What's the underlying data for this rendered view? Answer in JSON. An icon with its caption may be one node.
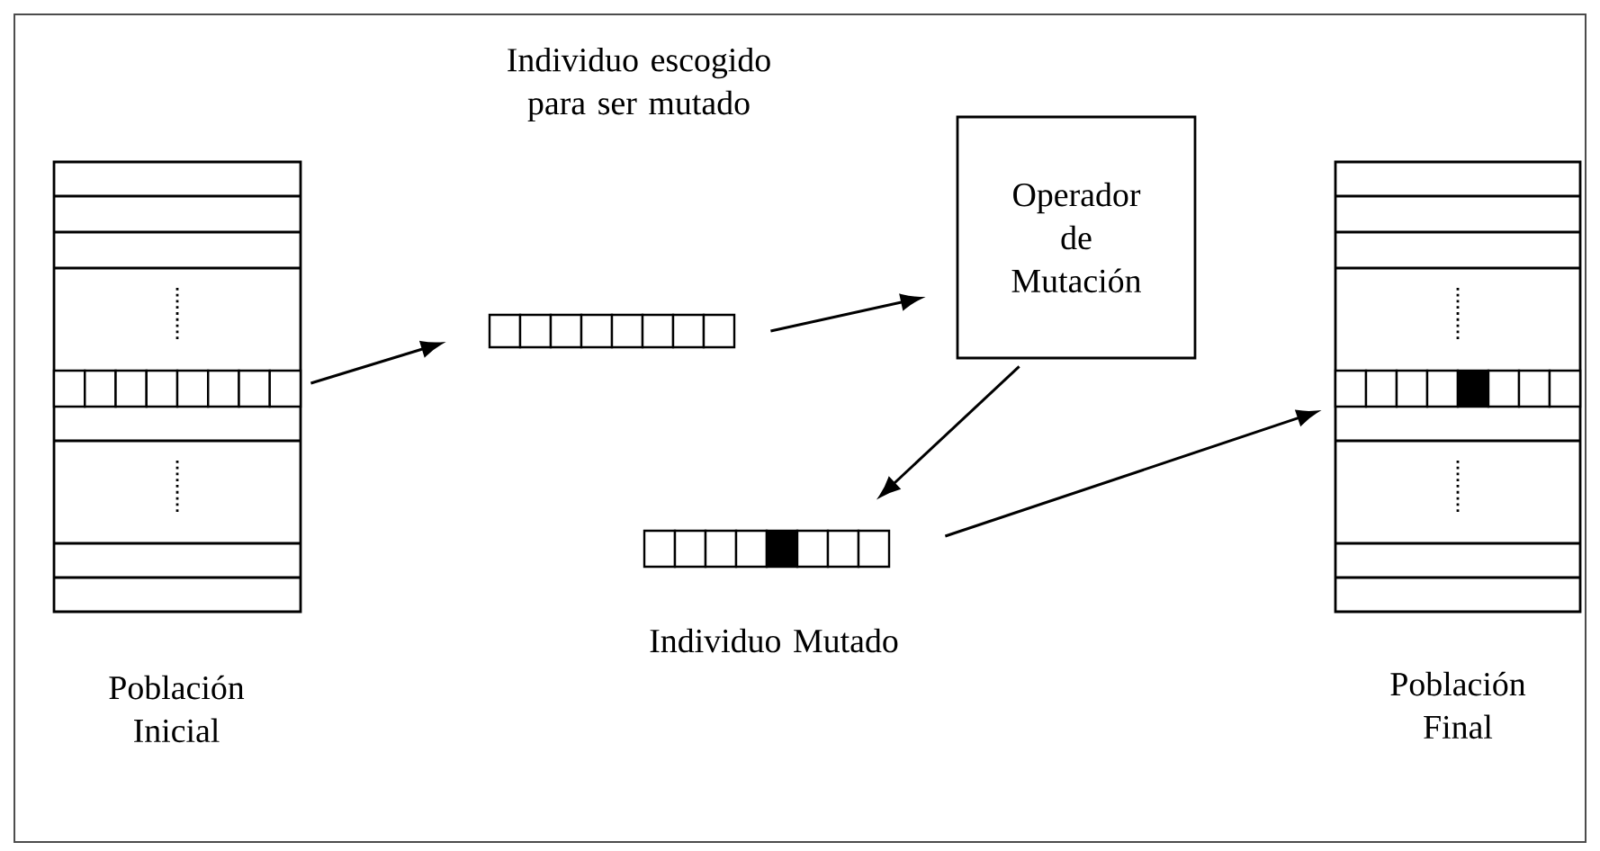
{
  "diagram": {
    "nodes": [
      {
        "text": [
          "Población Inicial"
        ]
      },
      {
        "text": [
          "Individuo escogido para ser mutado"
        ]
      },
      {
        "text": [
          "Operador de Mutación"
        ]
      },
      {
        "text": [
          "Individuo Mutado"
        ]
      },
      {
        "text": [
          "Población Final"
        ]
      }
    ],
    "edges": [
      {
        "from": 0,
        "to": 1,
        "arrow": "to"
      },
      {
        "from": 1,
        "to": 2,
        "arrow": "to"
      },
      {
        "from": 2,
        "to": 3,
        "arrow": "to"
      },
      {
        "from": 3,
        "to": 4,
        "arrow": "to"
      }
    ]
  }
}
